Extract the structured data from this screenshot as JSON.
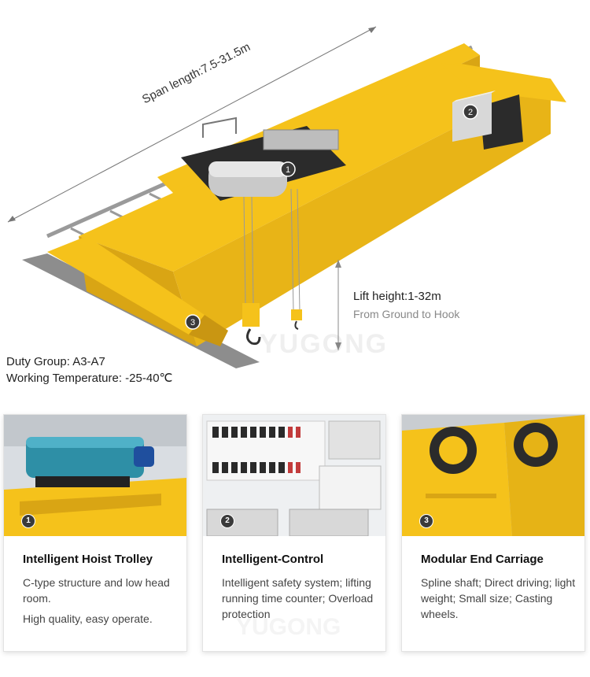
{
  "hero": {
    "span_label": "Span length:7.5-31.5m",
    "lift_title": "Lift height:1-32m",
    "lift_subtitle": "From Ground to Hook",
    "duty_group": "Duty Group: A3-A7",
    "working_temp": "Working Temperature: -25-40℃",
    "watermark": "YUGONG",
    "markers": [
      "1",
      "2",
      "3"
    ],
    "colors": {
      "crane": "#F5C21B",
      "crane_shade": "#D9A514",
      "trolley": "#2b2b2b",
      "rail": "#9a9a9a"
    }
  },
  "cards": [
    {
      "badge": "1",
      "title": "Intelligent Hoist Trolley",
      "desc": "C-type structure and low head room.",
      "desc2": "High quality, easy operate."
    },
    {
      "badge": "2",
      "title": "Intelligent-Control",
      "desc": "Intelligent safety system; lifting running time counter; Overload protection",
      "desc2": ""
    },
    {
      "badge": "3",
      "title": "Modular End Carriage",
      "desc": "Spline shaft; Direct driving; light weight; Small size; Casting wheels.",
      "desc2": ""
    }
  ],
  "footer_watermark": "YUGONG"
}
